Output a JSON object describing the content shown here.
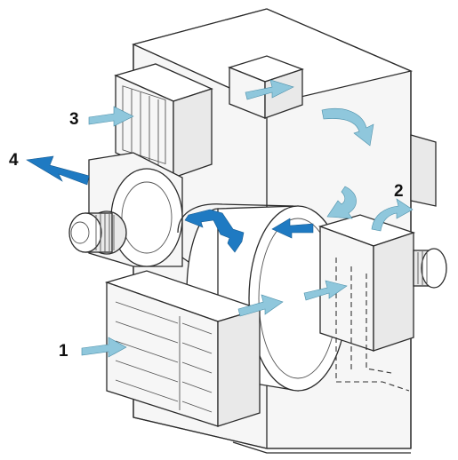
{
  "labels": {
    "callout_1": "1",
    "callout_2": "2",
    "callout_3": "3",
    "callout_4": "4"
  },
  "colors": {
    "arrow_light": "#8fc7dc",
    "arrow_dark": "#1f7ac2",
    "line": "#2b2b2b",
    "background": "#ffffff"
  }
}
